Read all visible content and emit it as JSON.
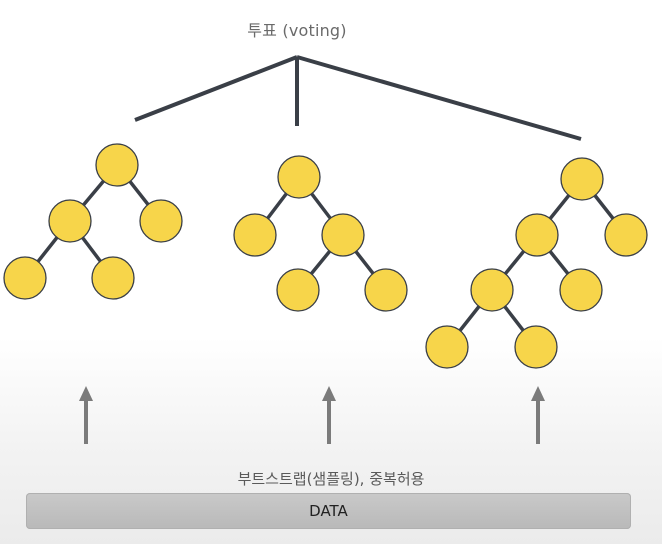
{
  "labels": {
    "voting": "투표 (voting)",
    "bootstrap": "부트스트랩(샘플링), 중복허용",
    "data": "DATA"
  },
  "colors": {
    "node_fill": "#f7d54a",
    "node_stroke": "#3a3f47",
    "edge": "#3a3f47",
    "arrow": "#7b7b7b",
    "data_bar": "#c2c2c2"
  }
}
